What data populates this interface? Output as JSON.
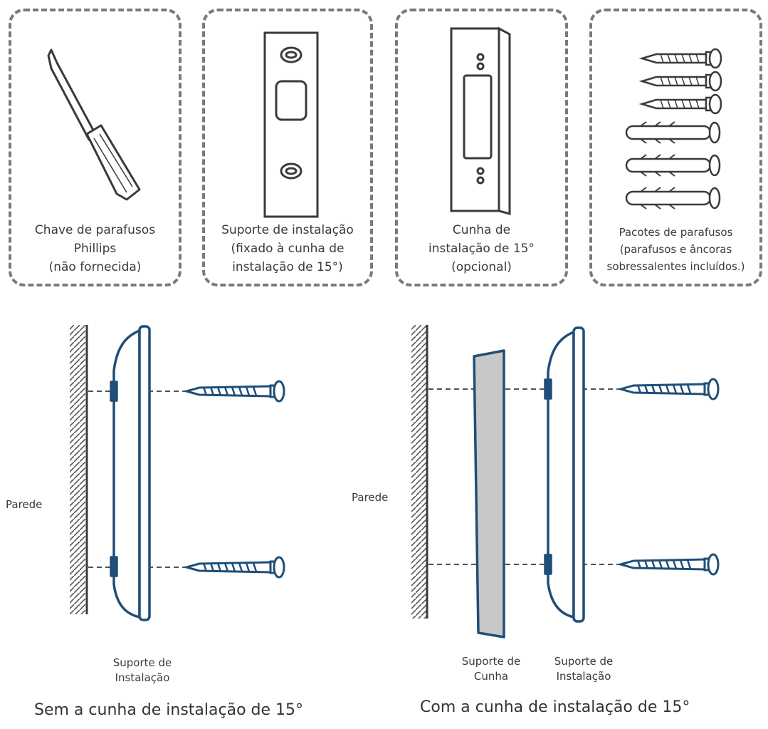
{
  "panels": [
    {
      "lines": [
        "Chave de parafusos",
        "Phillips",
        "(não fornecida)"
      ]
    },
    {
      "lines": [
        "Suporte de instalação",
        "(fixado à cunha de",
        "instalação de 15°)"
      ]
    },
    {
      "lines": [
        "Cunha de",
        "instalação de 15°",
        "(opcional)"
      ]
    },
    {
      "lines": [
        "Pacotes de parafusos",
        "(parafusos e âncoras",
        "sobressalentes incluídos.)"
      ]
    }
  ],
  "left_diagram": {
    "wall_label": "Parede",
    "bracket_label": [
      "Suporte de",
      "Instalação"
    ],
    "title": "Sem a cunha de instalação de 15°"
  },
  "right_diagram": {
    "wall_label": "Parede",
    "wedge_label": [
      "Suporte de",
      "Cunha"
    ],
    "bracket_label": [
      "Suporte de",
      "Instalação"
    ],
    "title": "Com a cunha de instalação de 15°"
  },
  "colors": {
    "outline_blue": "#1f4e79",
    "line_dark": "#3a3a3a",
    "wedge_fill": "#c8c8c8",
    "dash_border": "#7a7a7a"
  }
}
